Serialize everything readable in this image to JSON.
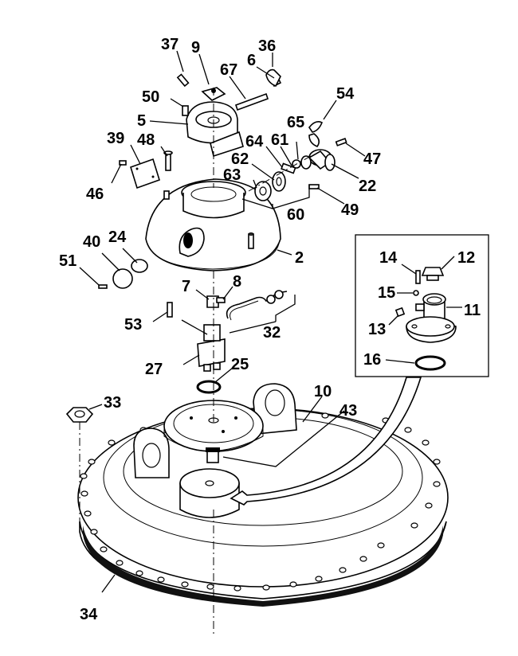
{
  "callouts": [
    "37",
    "9",
    "36",
    "6",
    "67",
    "50",
    "5",
    "54",
    "65",
    "61",
    "64",
    "62",
    "63",
    "39",
    "48",
    "47",
    "22",
    "46",
    "49",
    "60",
    "40",
    "24",
    "2",
    "14",
    "12",
    "51",
    "7",
    "8",
    "15",
    "11",
    "53",
    "13",
    "32",
    "27",
    "25",
    "16",
    "33",
    "10",
    "43",
    "34"
  ],
  "icons": [
    "exploded-view-drawing",
    "leader-line",
    "flow-arrow"
  ]
}
